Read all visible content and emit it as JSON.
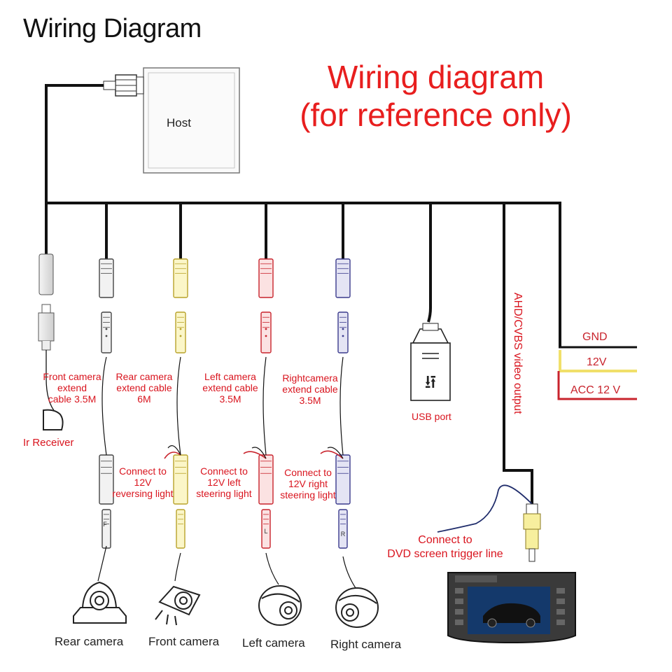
{
  "title": "Wiring Diagram",
  "subtitle_line1": "Wiring diagram",
  "subtitle_line2": "(for reference only)",
  "host_label": "Host",
  "cables": {
    "front": [
      "Front camera",
      "extend",
      "cable 3.5M"
    ],
    "rear": [
      "Rear camera",
      "extend cable",
      "6M"
    ],
    "left": [
      "Left camera",
      "extend cable",
      "3.5M"
    ],
    "right": [
      "Rightcamera",
      "extend cable",
      "3.5M"
    ]
  },
  "ir_receiver": "Ir Receiver",
  "usb_port": "USB port",
  "video_output": "AHD/CVBS video output",
  "power": {
    "gnd": "GND",
    "v12": "12V",
    "acc": "ACC 12 V"
  },
  "connect": {
    "reversing": [
      "Connect to",
      "12V",
      "reversing light"
    ],
    "left": [
      "Connect to",
      "12V left",
      "steering light"
    ],
    "right": [
      "Connect to",
      "12V right",
      "steering light"
    ],
    "dvd": [
      "Connect  to",
      "DVD screen trigger line"
    ]
  },
  "plug_marks": {
    "rear_top": "F",
    "left_bottom": "L",
    "right_bottom": "R"
  },
  "cameras": {
    "rear": "Rear camera",
    "front": "Front camera",
    "left": "Left camera",
    "right": "Right camera"
  },
  "colors": {
    "wire": "#111111",
    "red_text": "#e81e1e",
    "yellow": "#f1e06a",
    "red_plug": "#c8232c",
    "blue_plug": "#3a3a8c"
  }
}
